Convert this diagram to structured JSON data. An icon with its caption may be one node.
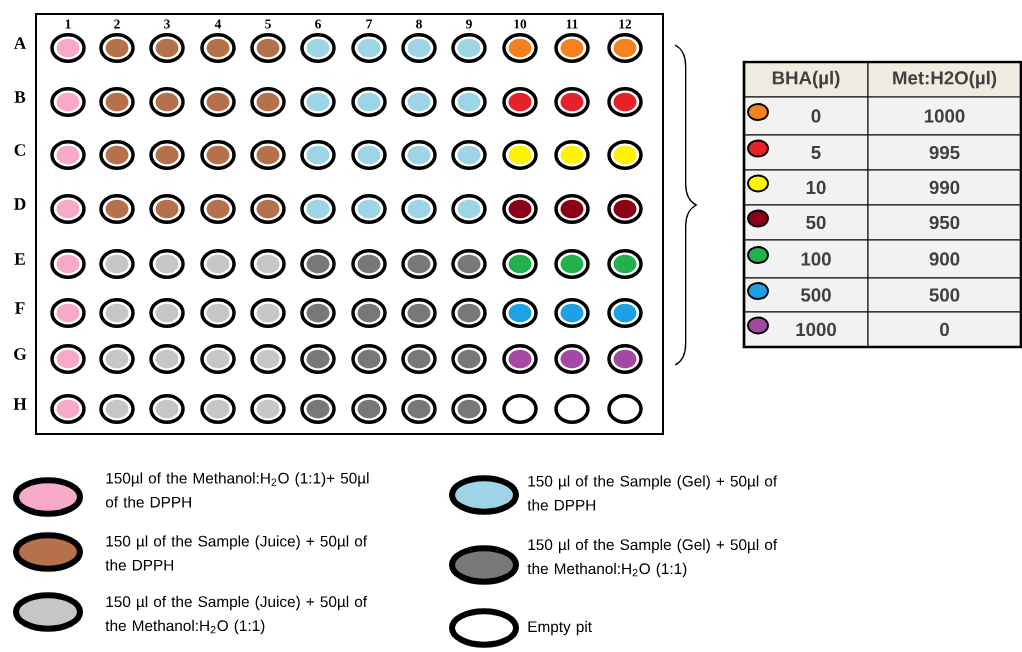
{
  "diagram": {
    "labels": [
      "1",
      "2",
      "3",
      "4",
      "5",
      "6",
      "7",
      "8",
      "9",
      "10",
      "11",
      "12",
      "A",
      "B",
      "C",
      "D",
      "E",
      "F",
      "G",
      "H",
      "BHA(µl)",
      "Met:H2O(µl)",
      "0",
      "1000",
      "5",
      "995",
      "10",
      "990",
      "50",
      "950",
      "100",
      "900",
      "500",
      "500",
      "1000",
      "0"
    ],
    "legend": [
      {
        "text": "150µl of the Methanol:H$_{2}$O (1:1)+ 50µl of the DPPH",
        "color": "#f7a9c9"
      },
      {
        "text": "150 µl of the Sample (Gel) + 50µl of the DPPH",
        "color": "#9dd5e6"
      },
      {
        "text": "150 µl of the Sample (Juice) + 50µl of the DPPH",
        "color": "#b5714b"
      },
      {
        "text": "150 µl of the Sample (Gel) + 50µl of the Methanol:H$_{2}$O (1:1)",
        "color": "#787878"
      },
      {
        "text": "150 µl of the Sample (Juice) + 50µl of the Methanol:H$_{2}$O (1:1)",
        "color": "#c6c6c6"
      },
      {
        "text": "Empty pit"
      }
    ]
  }
}
